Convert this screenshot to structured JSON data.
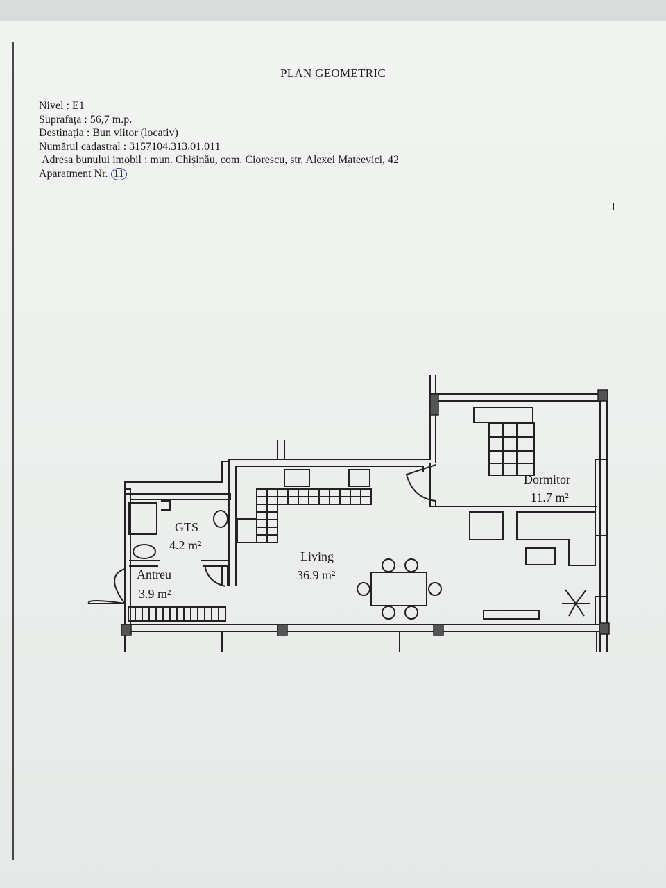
{
  "document": {
    "title": "PLAN GEOMETRIC",
    "nivel": "Nivel : E1",
    "suprafata": "Suprafața : 56,7 m.p.",
    "destinatia": "Destinația : Bun viitor (locativ)",
    "numarul_cadastral": "Numărul cadastral : 3157104.313.01.011",
    "adresa": "Adresa bunului imobil : mun. Chișinău, com. Ciorescu, str. Alexei Mateevici, 42",
    "apartament_label": "Aparatment Nr.",
    "apartament_nr": "11"
  },
  "rooms": {
    "gts_name": "GTS",
    "gts_area": "4.2 m²",
    "antreu_name": "Antreu",
    "antreu_area": "3.9 m²",
    "living_name": "Living",
    "living_area": "36.9 m²",
    "dormitor_name": "Dormitor",
    "dormitor_area": "11.7 m²"
  },
  "colors": {
    "ink": "#1b1b1b",
    "circle": "#2b3ea8",
    "paper": "#eef0ee"
  }
}
